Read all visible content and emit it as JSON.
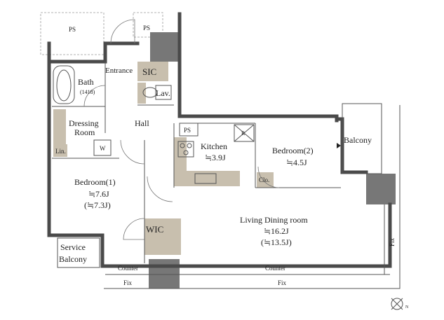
{
  "rooms": {
    "ps_top_left": "PS",
    "ps_top": "PS",
    "entrance": "Entrance",
    "sic": "SIC",
    "bath": "Bath",
    "bath_size": "(1418)",
    "lav": "Lav.",
    "dressing_line1": "Dressing",
    "dressing_line2": "Room",
    "lin": "Lin.",
    "washer": "W",
    "hall": "Hall",
    "ps_kitchen": "PS",
    "refrigerator": "R",
    "kitchen": "Kitchen",
    "kitchen_size": "≒3.9J",
    "bedroom2": "Bedroom(2)",
    "bedroom2_size": "≒4.5J",
    "clo": "Clo.",
    "balcony": "Balcony",
    "bedroom1": "Bedroom(1)",
    "bedroom1_size_a": "≒7.6J",
    "bedroom1_size_b": "(≒7.3J)",
    "wic": "WIC",
    "living": "Living Dining room",
    "living_size_a": "≒16.2J",
    "living_size_b": "(≒13.5J)",
    "service_balcony_line1": "Service",
    "service_balcony_line2": "Balcony",
    "counter_left": "Counter",
    "counter_right": "Counter",
    "fix_left": "Fix",
    "fix_bottom": "Fix",
    "fix_right": "Fix"
  },
  "compass": {
    "north": "N"
  },
  "colors": {
    "wall": "#4a4a4a",
    "storage_fill": "#c8bfae",
    "pillar_fill": "#777777",
    "line": "#555555"
  }
}
